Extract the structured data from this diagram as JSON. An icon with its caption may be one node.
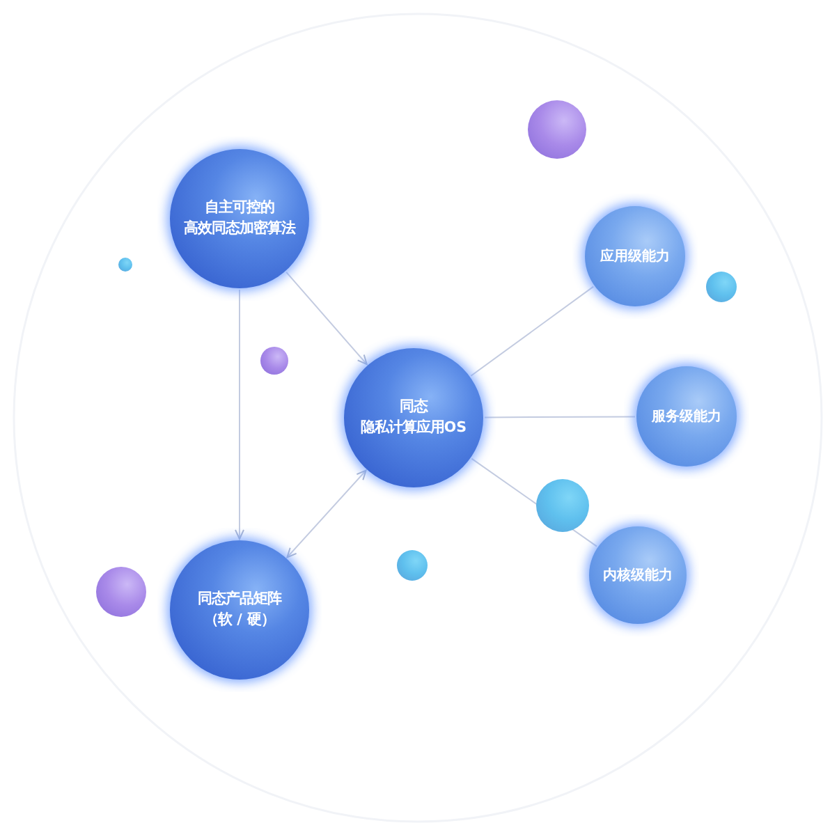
{
  "diagram": {
    "nodes": [
      {
        "text": [
          "自主可控的高效同态加密算法"
        ]
      },
      {
        "text": [
          "同态隐私计算应用OS"
        ]
      },
      {
        "text": [
          "同态产品矩阵（软 / 硬）"
        ]
      },
      {
        "text": [
          "应用级能力"
        ]
      },
      {
        "text": [
          "服务级能力"
        ]
      },
      {
        "text": [
          "内核级能力"
        ]
      }
    ],
    "edges": [
      {
        "from": 0,
        "to": 1,
        "arrow": "to"
      },
      {
        "from": 0,
        "to": 2,
        "arrow": "to"
      },
      {
        "from": 2,
        "to": 1,
        "arrow": "both"
      },
      {
        "from": 1,
        "to": 3,
        "arrow": "none"
      },
      {
        "from": 1,
        "to": 4,
        "arrow": "none"
      },
      {
        "from": 1,
        "to": 5,
        "arrow": "none"
      }
    ]
  }
}
